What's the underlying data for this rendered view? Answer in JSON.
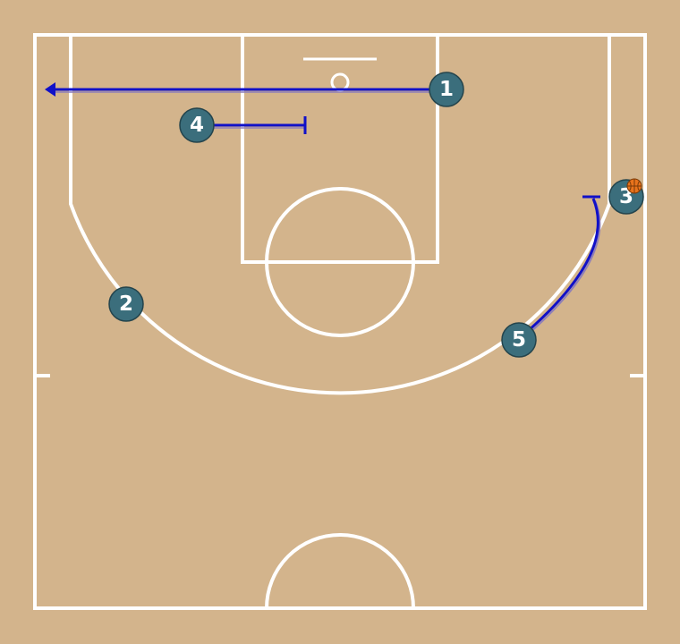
{
  "colors": {
    "court": "#d3b48c",
    "lines": "#ffffff",
    "movement": "#1010c8",
    "player_fill": "#3b6e7c",
    "ball": "#e8731c"
  },
  "players": [
    {
      "id": "p1",
      "label": "1"
    },
    {
      "id": "p2",
      "label": "2"
    },
    {
      "id": "p3",
      "label": "3",
      "has_ball": true
    },
    {
      "id": "p4",
      "label": "4"
    },
    {
      "id": "p5",
      "label": "5"
    }
  ],
  "actions": [
    {
      "id": "p1-cut",
      "type": "cut",
      "from": "1",
      "end": "arrow"
    },
    {
      "id": "p4-screen",
      "type": "screen",
      "from": "4",
      "end": "bar"
    },
    {
      "id": "p5-screen",
      "type": "screen",
      "from": "5",
      "end": "bar"
    }
  ],
  "ball": {
    "icon": "basketball-icon",
    "holder": "3"
  }
}
